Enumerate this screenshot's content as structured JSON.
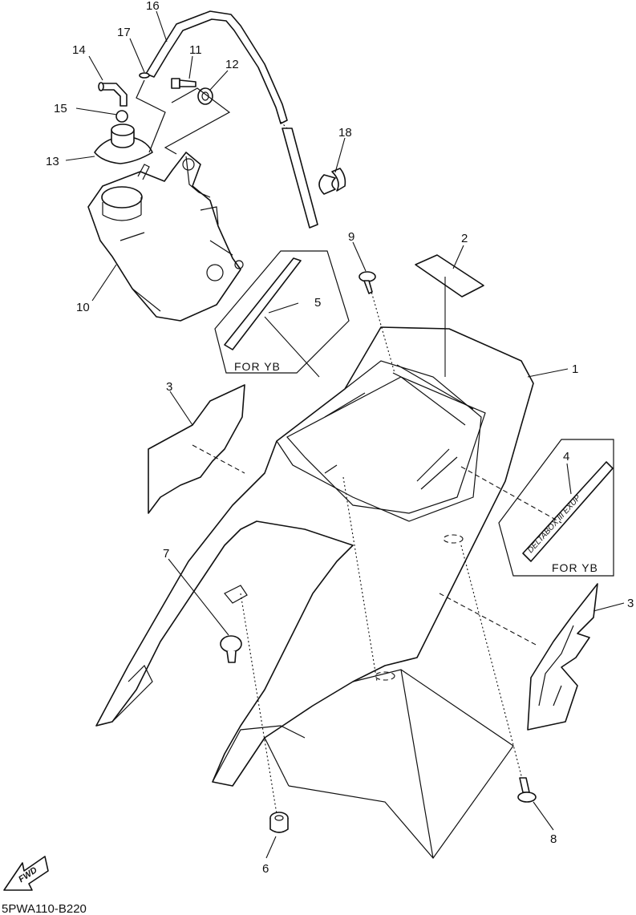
{
  "diagram": {
    "callouts": {
      "c1": "1",
      "c2": "2",
      "c3a": "3",
      "c3b": "3",
      "c4": "4",
      "c5": "5",
      "c6": "6",
      "c7": "7",
      "c8": "8",
      "c9": "9",
      "c10": "10",
      "c11": "11",
      "c12": "12",
      "c13": "13",
      "c14": "14",
      "c15": "15",
      "c16": "16",
      "c17": "17",
      "c18": "18"
    },
    "notes": {
      "for_yb_left": "FOR YB",
      "for_yb_right": "FOR YB"
    },
    "fwd_label": "FWD",
    "diagram_code": "5PWA110-B220"
  }
}
